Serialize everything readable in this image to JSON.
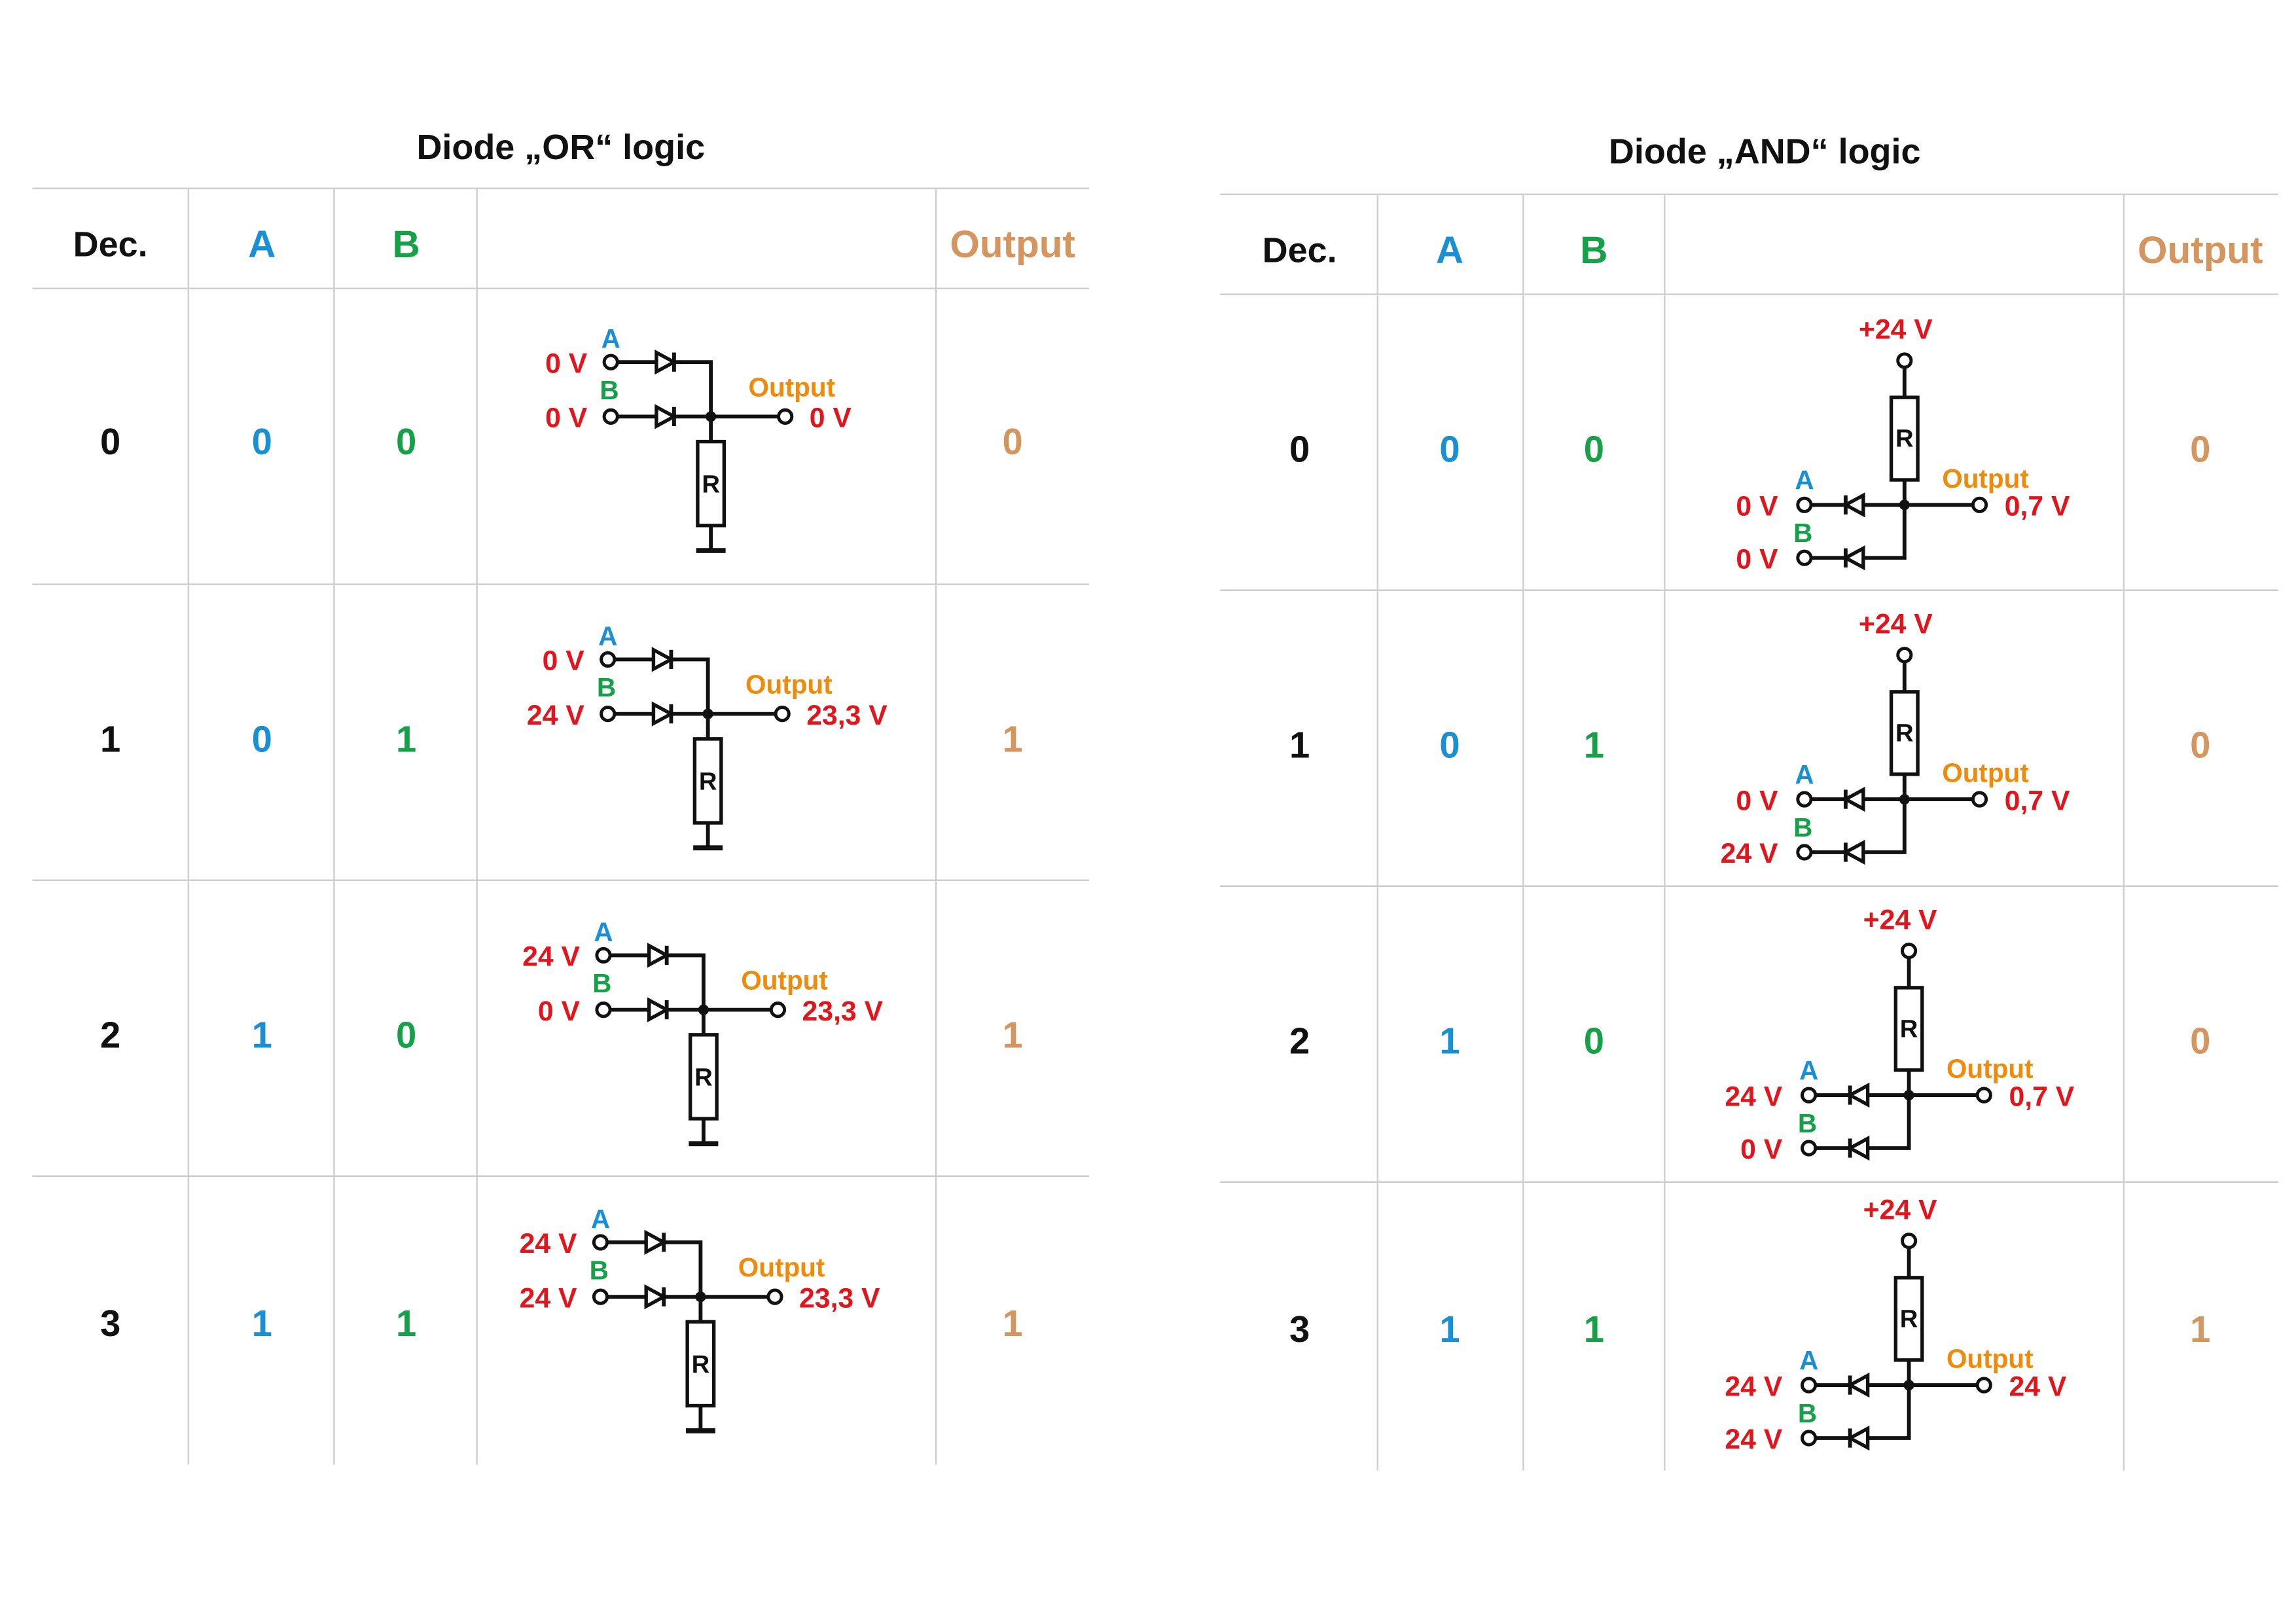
{
  "colors": {
    "background": "#ffffff",
    "text": "#111111",
    "input_a": "#1b8fd4",
    "input_b": "#16a047",
    "output_column": "#d4965e",
    "voltage": "#e2141c",
    "output_label": "#ef8a0b",
    "grid": "#cfcfcf",
    "wire": "#111111"
  },
  "or_table": {
    "title": "Diode „OR“ logic",
    "headers": {
      "dec": "Dec.",
      "a": "A",
      "b": "B",
      "output": "Output"
    },
    "rows": [
      {
        "dec": "0",
        "a": "0",
        "b": "0",
        "output": "0",
        "circuit": {
          "input_a_label": "A",
          "input_a_voltage": "0 V",
          "input_b_label": "B",
          "input_b_voltage": "0 V",
          "output_label": "Output",
          "output_voltage": "0 V",
          "resistor_label": "R"
        }
      },
      {
        "dec": "1",
        "a": "0",
        "b": "1",
        "output": "1",
        "circuit": {
          "input_a_label": "A",
          "input_a_voltage": "0 V",
          "input_b_label": "B",
          "input_b_voltage": "24 V",
          "output_label": "Output",
          "output_voltage": "23,3 V",
          "resistor_label": "R"
        }
      },
      {
        "dec": "2",
        "a": "1",
        "b": "0",
        "output": "1",
        "circuit": {
          "input_a_label": "A",
          "input_a_voltage": "24 V",
          "input_b_label": "B",
          "input_b_voltage": "0 V",
          "output_label": "Output",
          "output_voltage": "23,3 V",
          "resistor_label": "R"
        }
      },
      {
        "dec": "3",
        "a": "1",
        "b": "1",
        "output": "1",
        "circuit": {
          "input_a_label": "A",
          "input_a_voltage": "24 V",
          "input_b_label": "B",
          "input_b_voltage": "24 V",
          "output_label": "Output",
          "output_voltage": "23,3 V",
          "resistor_label": "R"
        }
      }
    ]
  },
  "and_table": {
    "title": "Diode „AND“ logic",
    "headers": {
      "dec": "Dec.",
      "a": "A",
      "b": "B",
      "output": "Output"
    },
    "rows": [
      {
        "dec": "0",
        "a": "0",
        "b": "0",
        "output": "0",
        "circuit": {
          "supply_voltage": "+24 V",
          "input_a_label": "A",
          "input_a_voltage": "0 V",
          "input_b_label": "B",
          "input_b_voltage": "0 V",
          "output_label": "Output",
          "output_voltage": "0,7 V",
          "resistor_label": "R"
        }
      },
      {
        "dec": "1",
        "a": "0",
        "b": "1",
        "output": "0",
        "circuit": {
          "supply_voltage": "+24 V",
          "input_a_label": "A",
          "input_a_voltage": "0 V",
          "input_b_label": "B",
          "input_b_voltage": "24 V",
          "output_label": "Output",
          "output_voltage": "0,7 V",
          "resistor_label": "R"
        }
      },
      {
        "dec": "2",
        "a": "1",
        "b": "0",
        "output": "0",
        "circuit": {
          "supply_voltage": "+24 V",
          "input_a_label": "A",
          "input_a_voltage": "24 V",
          "input_b_label": "B",
          "input_b_voltage": "0 V",
          "output_label": "Output",
          "output_voltage": "0,7 V",
          "resistor_label": "R"
        }
      },
      {
        "dec": "3",
        "a": "1",
        "b": "1",
        "output": "1",
        "circuit": {
          "supply_voltage": "+24 V",
          "input_a_label": "A",
          "input_a_voltage": "24 V",
          "input_b_label": "B",
          "input_b_voltage": "24 V",
          "output_label": "Output",
          "output_voltage": "24 V",
          "resistor_label": "R"
        }
      }
    ]
  }
}
